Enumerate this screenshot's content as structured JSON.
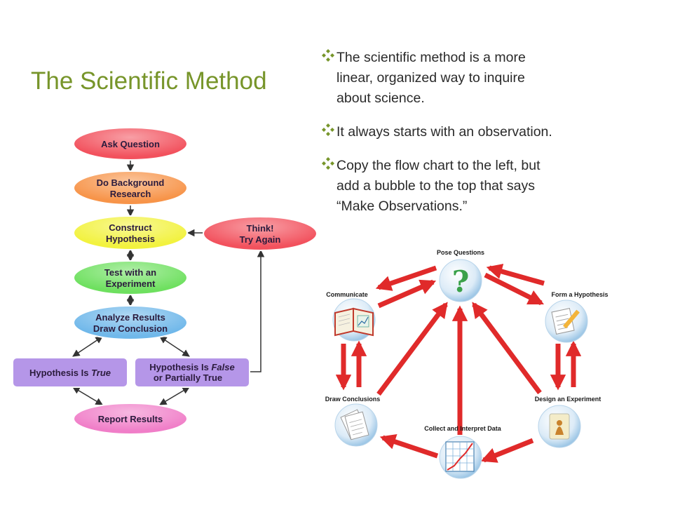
{
  "title": "The Scientific Method",
  "bullets": [
    {
      "icon": "diamond-bullet-icon",
      "lines": [
        "The scientific method is a more",
        "linear, organized way to inquire",
        "about science."
      ]
    },
    {
      "icon": "diamond-bullet-icon",
      "lines": [
        "It always starts with an observation."
      ]
    },
    {
      "icon": "diamond-bullet-icon",
      "lines": [
        "Copy the flow chart to the left, but",
        "add a bubble to the top that says",
        "“Make Observations.”"
      ]
    }
  ],
  "flowchart": {
    "nodes": {
      "ask": [
        "Ask Question"
      ],
      "background": [
        "Do Background",
        "Research"
      ],
      "hypothesis": [
        "Construct",
        "Hypothesis"
      ],
      "experiment": [
        "Test with an",
        "Experiment"
      ],
      "analyze": [
        "Analyze Results",
        "Draw Conclusion"
      ],
      "think": [
        "Think!",
        "Try Again"
      ],
      "true_pre": "Hypothesis Is ",
      "true_em": "True",
      "false_pre": "Hypothesis Is ",
      "false_em": "False",
      "false_line2": "or Partially True",
      "report": [
        "Report Results"
      ]
    },
    "colors": {
      "ask": "#f2515d",
      "background": "#f79449",
      "hypothesis": "#f2f23e",
      "experiment": "#6ee05f",
      "analyze": "#70b8ea",
      "think": "#f2515d",
      "result_box": "#b596e8",
      "report": "#f07ec8"
    }
  },
  "cycle": {
    "labels": {
      "top": "Pose Questions",
      "right_top": "Form a Hypothesis",
      "right_bottom": "Design an Experiment",
      "bottom": "Collect and Interpret Data",
      "left_bottom": "Draw Conclusions",
      "left_top": "Communicate"
    },
    "arrow_color": "#e02a2a"
  }
}
